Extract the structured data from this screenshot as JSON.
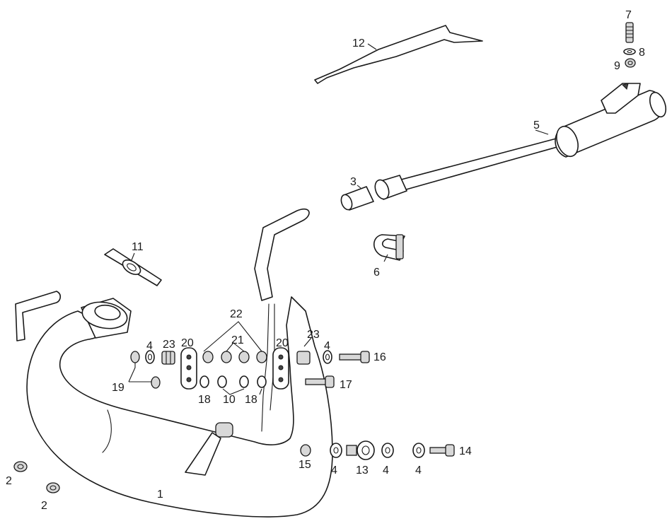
{
  "labels": {
    "l1": "1",
    "l2a": "2",
    "l2b": "2",
    "l3": "3",
    "l4a": "4",
    "l4b": "4",
    "l4c": "4",
    "l4d": "4",
    "l4e": "4",
    "l5": "5",
    "l6": "6",
    "l7": "7",
    "l8": "8",
    "l9": "9",
    "l10": "10",
    "l11": "11",
    "l12": "12",
    "l13": "13",
    "l14": "14",
    "l15": "15",
    "l16": "16",
    "l17": "17",
    "l18a": "18",
    "l18b": "18",
    "l19": "19",
    "l20a": "20",
    "l20b": "20",
    "l21": "21",
    "l22": "22",
    "l23a": "23",
    "l23b": "23"
  }
}
